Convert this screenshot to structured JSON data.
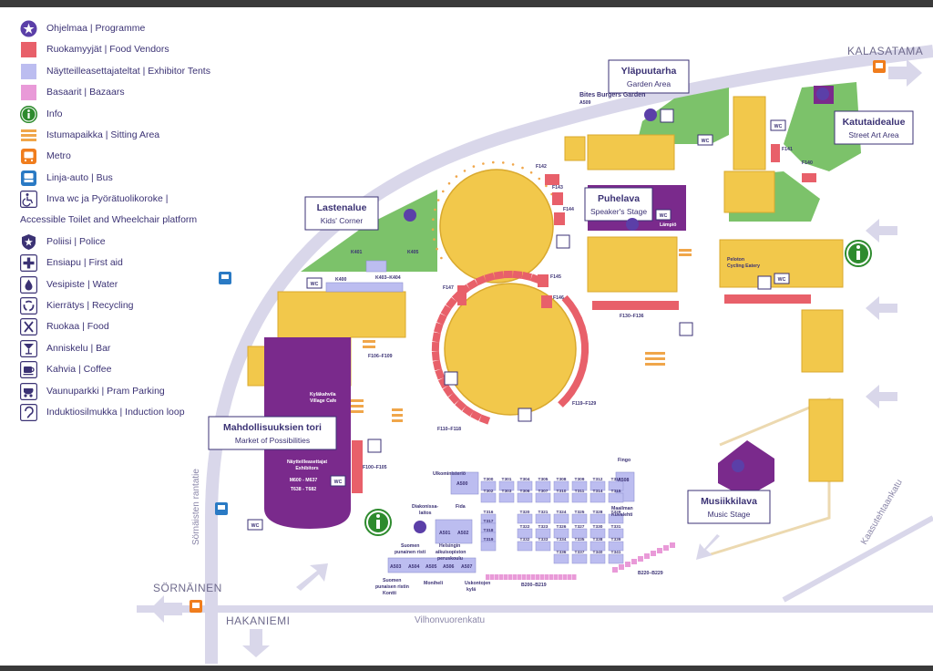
{
  "legend": [
    {
      "icon": "star-icon",
      "label": "Ohjelmaa | Programme",
      "color": "#6b3fa0"
    },
    {
      "icon": "food-vendors-swatch",
      "label": "Ruokamyyjät | Food Vendors",
      "color": "#e8606a"
    },
    {
      "icon": "exhibitor-tents-swatch",
      "label": "Näytteilleasettajateltat | Exhibitor Tents",
      "color": "#bcbdf0"
    },
    {
      "icon": "bazaars-swatch",
      "label": "Basaarit | Bazaars",
      "color": "#e99ad8"
    },
    {
      "icon": "info-icon",
      "label": "Info",
      "color": "#2e8b2e"
    },
    {
      "icon": "sitting-area-icon",
      "label": "Istumapaikka | Sitting Area",
      "color": "#f0a64a"
    },
    {
      "icon": "metro-icon",
      "label": "Metro",
      "color": "#f07d1d"
    },
    {
      "icon": "bus-icon",
      "label": "Linja-auto | Bus",
      "color": "#2a7ac4"
    },
    {
      "icon": "accessible-icon",
      "label": "Inva wc ja Pyörätuolikoroke |",
      "label2": "Accessible Toilet and Wheelchair platform",
      "color": "#3b3274"
    },
    {
      "icon": "police-icon",
      "label": "Poliisi | Police",
      "color": "#3b3274"
    },
    {
      "icon": "first-aid-icon",
      "label": "Ensiapu | First aid",
      "color": "#3b3274"
    },
    {
      "icon": "water-icon",
      "label": "Vesipiste | Water",
      "color": "#3b3274"
    },
    {
      "icon": "recycling-icon",
      "label": "Kierrätys | Recycling",
      "color": "#3b3274"
    },
    {
      "icon": "food-icon",
      "label": "Ruokaa | Food",
      "color": "#3b3274"
    },
    {
      "icon": "bar-icon",
      "label": "Anniskelu | Bar",
      "color": "#3b3274"
    },
    {
      "icon": "coffee-icon",
      "label": "Kahvia | Coffee",
      "color": "#3b3274"
    },
    {
      "icon": "pram-icon",
      "label": "Vaunuparkki | Pram Parking",
      "color": "#3b3274"
    },
    {
      "icon": "induction-loop-icon",
      "label": "Induktiosilmukka | Induction loop",
      "color": "#3b3274"
    }
  ],
  "areas": {
    "garden": {
      "title": "Yläpuutarha",
      "sub": "Garden Area"
    },
    "street_art": {
      "title": "Katutaidealue",
      "sub": "Street Art Area"
    },
    "kids": {
      "title": "Lastenalue",
      "sub": "Kids' Corner"
    },
    "speaker": {
      "title": "Puhelava",
      "sub": "Speaker's Stage"
    },
    "market": {
      "title": "Mahdollisuuksien tori",
      "sub": "Market of Possibilities"
    },
    "music": {
      "title": "Musiikkilava",
      "sub": "Music Stage"
    }
  },
  "districts": {
    "kalasatama": "KALASATAMA",
    "sornainen": "SÖRNÄINEN",
    "hakaniemi": "HAKANIEMI"
  },
  "streets": {
    "sornaisten": "Sörnäisten rantatie",
    "vilhonvuorenkatu": "Vilhonvuorenkatu",
    "kaasutehtaankatu": "Kaasutehtaankatu"
  },
  "labels": {
    "bites": "Bites Burgers Garden",
    "a509": "A509",
    "lampio": "Lämpiö",
    "peloton": "Peloton",
    "cycling": "Cycling Eatery",
    "kylakahvila": "Kyläkahvila",
    "village_cafe": "Village Cafe",
    "exhibitors_fi": "Näytteilleasettajat",
    "exhibitors_en": "Exhibitors",
    "m600": "M600 - M637",
    "t638": "T638 - T682",
    "ulkoministerio": "Ulkoministeriö",
    "a500": "A500",
    "fingo": "Fingo",
    "a508": "A508",
    "maailman": "Maailman",
    "kuvalehti": "Kuvalehti",
    "diakonissa1": "Diakonissa-",
    "diakonissa2": "laitos",
    "fida": "Fida",
    "a501": "A501",
    "a502": "A502",
    "suomen_pr1": "Suomen",
    "suomen_pr2": "punainen risti",
    "helsingin1": "Helsingin",
    "helsingin2": "aikuisopiston",
    "helsingin3": "peruskoulu",
    "a503": "A503",
    "a504": "A504",
    "a505": "A505",
    "a506": "A506",
    "a507": "A507",
    "konttia": "Suomen",
    "konttib": "punaisen ristin",
    "konttic": "Kontti",
    "moniheli": "Moniheli",
    "uskonto1": "Uskontojen",
    "uskonto2": "kylä",
    "b200": "B200–B219",
    "b220": "B220–B229",
    "f100": "F100–F105",
    "f106": "F106–F109",
    "f110": "F110–F118",
    "f119": "F119–F129",
    "f130": "F130–F136",
    "f140": "F140",
    "f141": "F141",
    "f142": "F142",
    "f143": "F143",
    "f144": "F144",
    "f145": "F145",
    "f146": "F146",
    "f147": "F147",
    "k400": "K400",
    "k401": "K401",
    "k403": "K403–K404",
    "k405": "K405",
    "wc": "WC"
  },
  "t_tents": [
    "T300",
    "T301",
    "T304",
    "T305",
    "T308",
    "T309",
    "T312",
    "T313",
    "T302",
    "T303",
    "T306",
    "T307",
    "T310",
    "T311",
    "T314",
    "T315",
    "T316",
    "T317",
    "T318",
    "T319",
    "T320",
    "T321",
    "T324",
    "T325",
    "T328",
    "T329",
    "T322",
    "T323",
    "T326",
    "T327",
    "T330",
    "T331",
    "T332",
    "T333",
    "T334",
    "T335",
    "T338",
    "T339",
    "T336",
    "T337",
    "T340",
    "T341"
  ],
  "colors": {
    "building": "#f2c84b",
    "building_edge": "#d9a92e",
    "purple": "#7a2a8c",
    "lavender": "#bcbdf0",
    "food": "#e8606a",
    "path": "#d9d7ea",
    "green": "#7cc26a",
    "navy": "#3b3274"
  }
}
